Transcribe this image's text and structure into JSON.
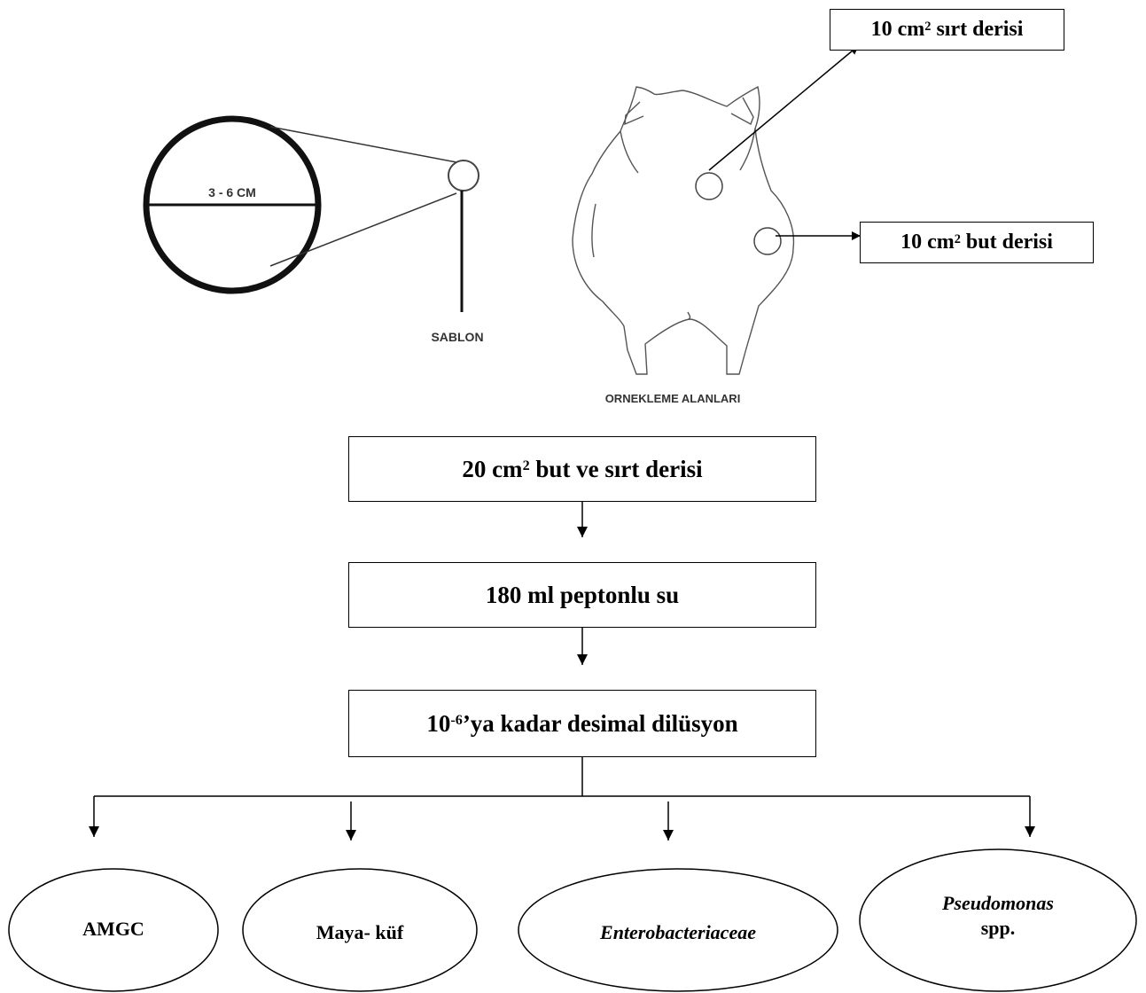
{
  "template": {
    "diameter_label": "3 - 6 CM",
    "name_label": "SABLON"
  },
  "chicken": {
    "caption": "ORNEKLEME ALANLARI"
  },
  "sites": {
    "back": {
      "value": "10 cm",
      "exponent": "2",
      "rest": " sırt derisi"
    },
    "thigh": {
      "value": "10 cm",
      "exponent": "2",
      "rest": " but derisi"
    }
  },
  "flow": {
    "step1": {
      "value": "20 cm",
      "exponent": "2",
      "rest": " but ve sırt derisi"
    },
    "step2": {
      "text": "180 ml peptonlu su"
    },
    "step3": {
      "base": "10",
      "exponent": "-6",
      "rest": "’ya kadar desimal dilüsyon"
    }
  },
  "targets": [
    {
      "line1": "AMGC",
      "line2": ""
    },
    {
      "line1": "Maya- küf",
      "line2": ""
    },
    {
      "line1": "Enterobacteriaceae",
      "line2": ""
    },
    {
      "line1": "Pseudomonas",
      "line2": "spp."
    }
  ]
}
